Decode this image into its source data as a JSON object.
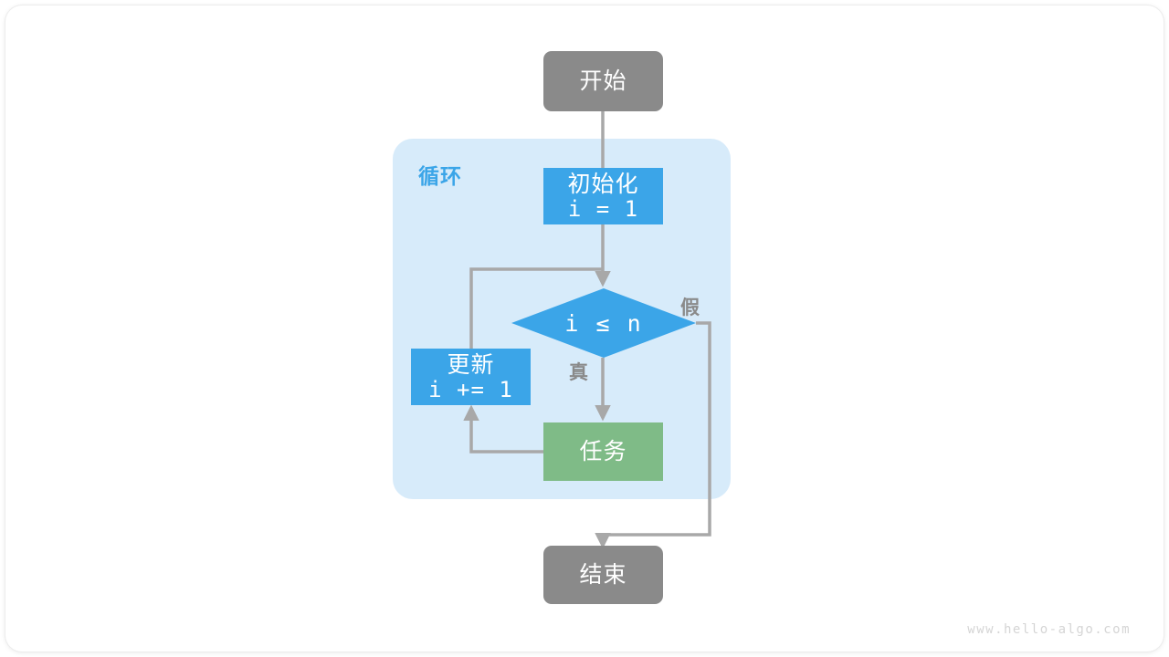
{
  "diagram": {
    "title": "for-loop-flowchart",
    "watermark": "www.hello-algo.com",
    "colors": {
      "terminal_gray": "#8a8a8a",
      "process_blue": "#3ba5e8",
      "task_green": "#7fbb87",
      "loop_background": "#d7ebfa",
      "edge_gray": "#a8a8a8",
      "label_gray": "#8a8a8a",
      "canvas_white": "#ffffff"
    },
    "loop_group": {
      "label": "循环"
    },
    "nodes": {
      "start": {
        "label": "开始",
        "shape": "rounded-terminal",
        "color": "#8a8a8a"
      },
      "init": {
        "label_line1": "初始化",
        "label_line2": "i = 1",
        "shape": "rect",
        "color": "#3ba5e8"
      },
      "decision": {
        "label": "i ≤ n",
        "shape": "diamond",
        "color": "#3ba5e8"
      },
      "update": {
        "label_line1": "更新",
        "label_line2": "i += 1",
        "shape": "rect",
        "color": "#3ba5e8"
      },
      "task": {
        "label": "任务",
        "shape": "rect",
        "color": "#7fbb87"
      },
      "end": {
        "label": "结束",
        "shape": "rounded-terminal",
        "color": "#8a8a8a"
      }
    },
    "edges": [
      {
        "from": "start",
        "to": "init",
        "label": ""
      },
      {
        "from": "init",
        "to": "decision",
        "label": ""
      },
      {
        "from": "decision",
        "to": "task",
        "label": "真"
      },
      {
        "from": "decision",
        "to": "end",
        "label": "假"
      },
      {
        "from": "task",
        "to": "update",
        "label": ""
      },
      {
        "from": "update",
        "to": "decision",
        "label": ""
      }
    ],
    "branch_labels": {
      "true": "真",
      "false": "假"
    }
  }
}
